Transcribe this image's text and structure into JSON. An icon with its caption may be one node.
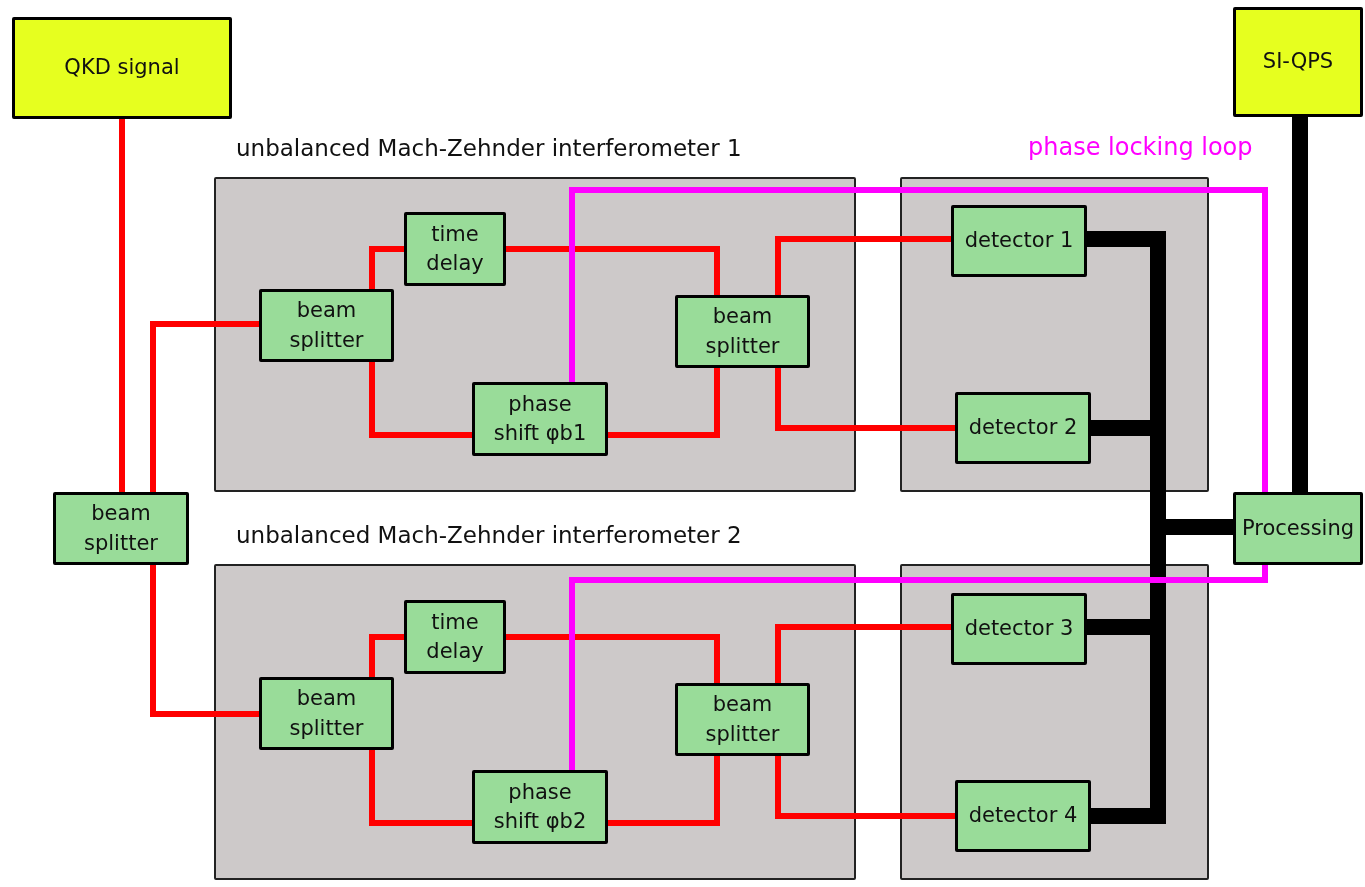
{
  "diagram": {
    "nodes": [
      {
        "text": [
          "QKD signal"
        ]
      },
      {
        "text": [
          "SI-QPS"
        ]
      },
      {
        "text": [
          "unbalanced Mach-Zehnder interferometer 1"
        ]
      },
      {
        "text": [
          "time delay"
        ],
        "in": 2
      },
      {
        "text": [
          "beam splitter"
        ],
        "in": 2
      },
      {
        "text": [
          "beam splitter"
        ],
        "in": 2
      },
      {
        "text": [
          "phase shift φb1"
        ],
        "in": 2
      },
      {
        "text": [],
        "shape": "box"
      },
      {
        "text": [
          "detector 1"
        ],
        "in": 7
      },
      {
        "text": [
          "detector 2"
        ],
        "in": 7
      },
      {
        "text": [
          "beam splitter"
        ]
      },
      {
        "text": [
          "Processing"
        ]
      },
      {
        "text": [
          "unbalanced Mach-Zehnder interferometer 2"
        ]
      },
      {
        "text": [
          "time delay"
        ],
        "in": 12
      },
      {
        "text": [
          "beam splitter"
        ],
        "in": 12
      },
      {
        "text": [
          "beam splitter"
        ],
        "in": 12
      },
      {
        "text": [
          "phase shift φb2"
        ],
        "in": 12
      },
      {
        "text": [],
        "shape": "box"
      },
      {
        "text": [
          "detector 3"
        ],
        "in": 17
      },
      {
        "text": [
          "detector 4"
        ],
        "in": 17
      }
    ],
    "edges": [
      {
        "from": 0,
        "to": 10,
        "arrow": "none"
      },
      {
        "from": 10,
        "to": 4,
        "arrow": "none"
      },
      {
        "from": 10,
        "to": 14,
        "arrow": "none"
      },
      {
        "from": 4,
        "to": 3,
        "arrow": "none"
      },
      {
        "from": 4,
        "to": 6,
        "arrow": "none"
      },
      {
        "from": 3,
        "to": 5,
        "arrow": "none"
      },
      {
        "from": 6,
        "to": 5,
        "arrow": "none"
      },
      {
        "from": 5,
        "to": 8,
        "arrow": "none"
      },
      {
        "from": 5,
        "to": 9,
        "arrow": "none"
      },
      {
        "from": 14,
        "to": 13,
        "arrow": "none"
      },
      {
        "from": 14,
        "to": 16,
        "arrow": "none"
      },
      {
        "from": 13,
        "to": 15,
        "arrow": "none"
      },
      {
        "from": 16,
        "to": 15,
        "arrow": "none"
      },
      {
        "from": 15,
        "to": 18,
        "arrow": "none"
      },
      {
        "from": 15,
        "to": 19,
        "arrow": "none"
      },
      {
        "from": 8,
        "to": 11,
        "arrow": "none",
        "style": "thick",
        "color": "#000000"
      },
      {
        "from": 9,
        "to": 11,
        "arrow": "none",
        "style": "thick",
        "color": "#000000"
      },
      {
        "from": 18,
        "to": 11,
        "arrow": "none",
        "style": "thick",
        "color": "#000000"
      },
      {
        "from": 19,
        "to": 11,
        "arrow": "none",
        "style": "thick",
        "color": "#000000"
      },
      {
        "from": 1,
        "to": 11,
        "arrow": "none",
        "style": "thick",
        "color": "#000000"
      },
      {
        "from": 11,
        "to": 6,
        "arrow": "none",
        "color": "#ff00ff"
      },
      {
        "from": 11,
        "to": 16,
        "arrow": "none",
        "color": "#ff00ff"
      }
    ],
    "labels": [
      "phase locking loop"
    ]
  }
}
